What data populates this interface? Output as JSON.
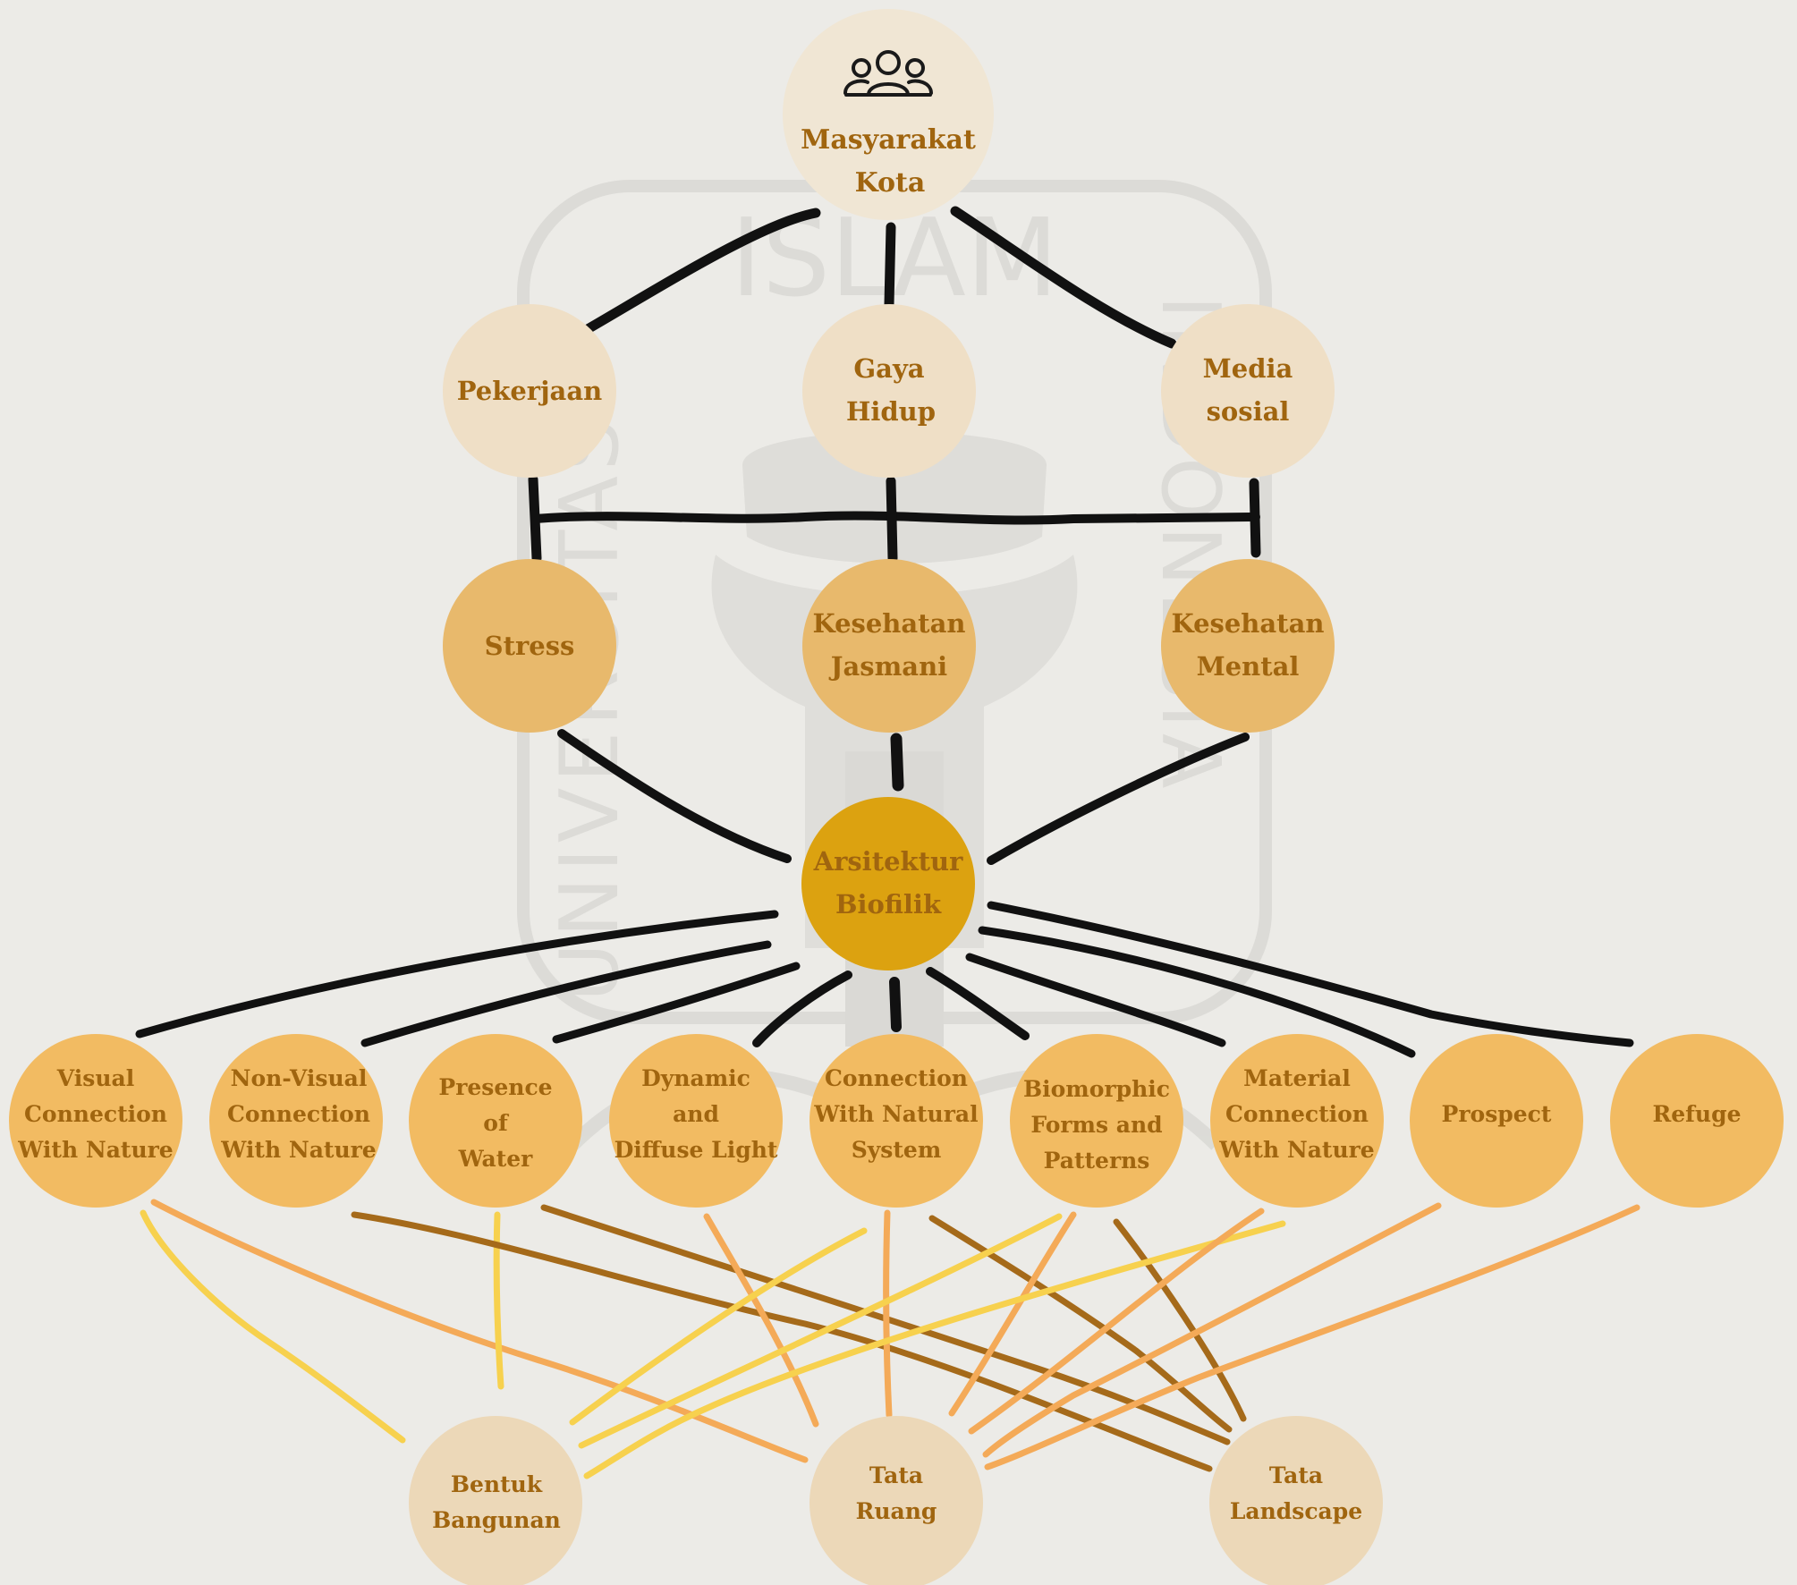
{
  "background_color": "#ecebe7",
  "watermark": {
    "text_top": "ISLAM",
    "text_left": "UNIVERSITAS",
    "text_right": "INDONESIA",
    "color": "#d4d3cf"
  },
  "colors": {
    "tier_top": "#f0e6d4",
    "tier_cause": "#efdfc6",
    "tier_effect": "#e8b96c",
    "tier_core": "#dca210",
    "tier_pattern": "#f2bb62",
    "tier_design": "#ecd8b8",
    "label": "#a0650f",
    "connector": "#111111",
    "link_gold": "#f7d14e",
    "link_orange": "#f4aa58",
    "link_brown": "#a56a1a"
  },
  "nodes": {
    "masyarakat": {
      "icon": "people-icon",
      "line1": "Masyarakat",
      "line2": "Kota"
    },
    "pekerjaan": {
      "line1": "Pekerjaan"
    },
    "gaya_hidup": {
      "line1": "Gaya",
      "line2": "Hidup"
    },
    "media_sosial": {
      "line1": "Media",
      "line2": "sosial"
    },
    "stress": {
      "line1": "Stress"
    },
    "kesehatan_jasmani": {
      "line1": "Kesehatan",
      "line2": "Jasmani"
    },
    "kesehatan_mental": {
      "line1": "Kesehatan",
      "line2": "Mental"
    },
    "arsitektur_biofilik": {
      "line1": "Arsitektur",
      "line2": "Biofilik"
    },
    "visual_connection": {
      "line1": "Visual",
      "line2": "Connection",
      "line3": "With Nature"
    },
    "non_visual_connection": {
      "line1": "Non-Visual",
      "line2": "Connection",
      "line3": "With Nature"
    },
    "presence_of_water": {
      "line1": "Presence",
      "line2": "of",
      "line3": "Water"
    },
    "dynamic_light": {
      "line1": "Dynamic",
      "line2": "and",
      "line3": "Diffuse Light"
    },
    "connection_natural_system": {
      "line1": "Connection",
      "line2": "With Natural",
      "line3": "System"
    },
    "biomorphic_forms": {
      "line1": "Biomorphic",
      "line2": "Forms and",
      "line3": "Patterns"
    },
    "material_connection": {
      "line1": "Material",
      "line2": "Connection",
      "line3": "With Nature"
    },
    "prospect": {
      "line1": "Prospect"
    },
    "refuge": {
      "line1": "Refuge"
    },
    "bentuk_bangunan": {
      "line1": "Bentuk",
      "line2": "Bangunan"
    },
    "tata_ruang": {
      "line1": "Tata",
      "line2": "Ruang"
    },
    "tata_landscape": {
      "line1": "Tata",
      "line2": "Landscape"
    }
  }
}
